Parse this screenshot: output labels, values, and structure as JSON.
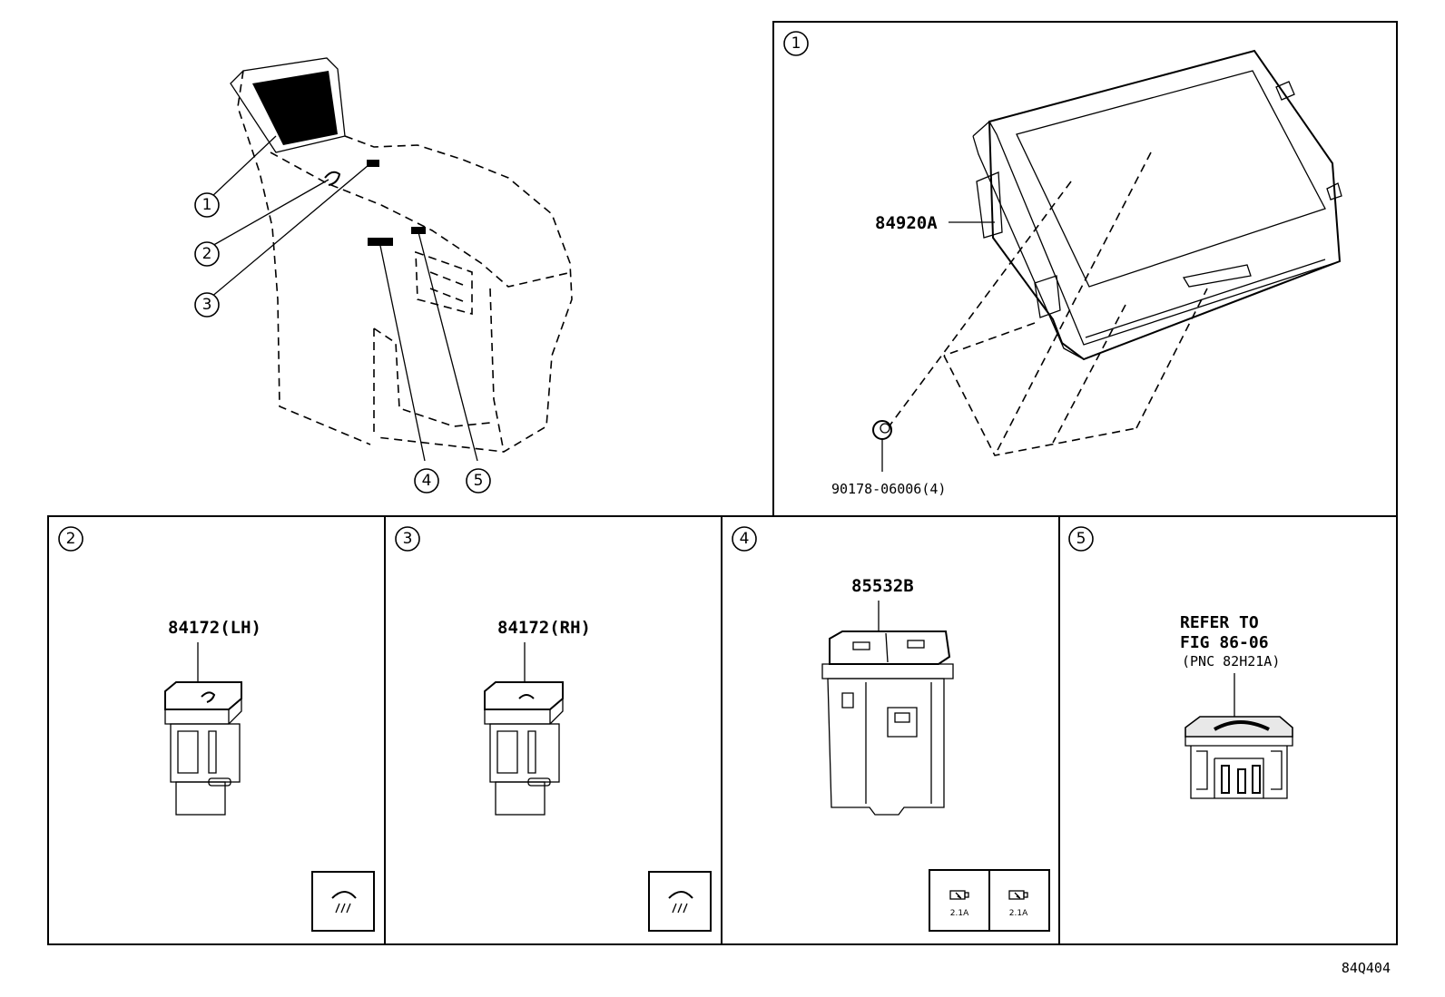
{
  "overview": {
    "callouts": [
      "1",
      "2",
      "3",
      "4",
      "5"
    ]
  },
  "panels": {
    "p1": {
      "num": "1",
      "part_main": "84920A",
      "part_screw": "90178-06006(4)"
    },
    "p2": {
      "num": "2",
      "part": "84172(LH)"
    },
    "p3": {
      "num": "3",
      "part": "84172(RH)"
    },
    "p4": {
      "num": "4",
      "part": "85532B",
      "usb_left": "2.1A",
      "usb_right": "2.1A"
    },
    "p5": {
      "num": "5",
      "refer_line1": "REFER TO",
      "refer_line2": "FIG 86-06",
      "refer_line3": "(PNC 82H21A)"
    }
  },
  "figure_code": "84Q404",
  "icons": {
    "seat_heat": "seat-heater-icon",
    "usb_charge": "usb-charge-icon"
  }
}
